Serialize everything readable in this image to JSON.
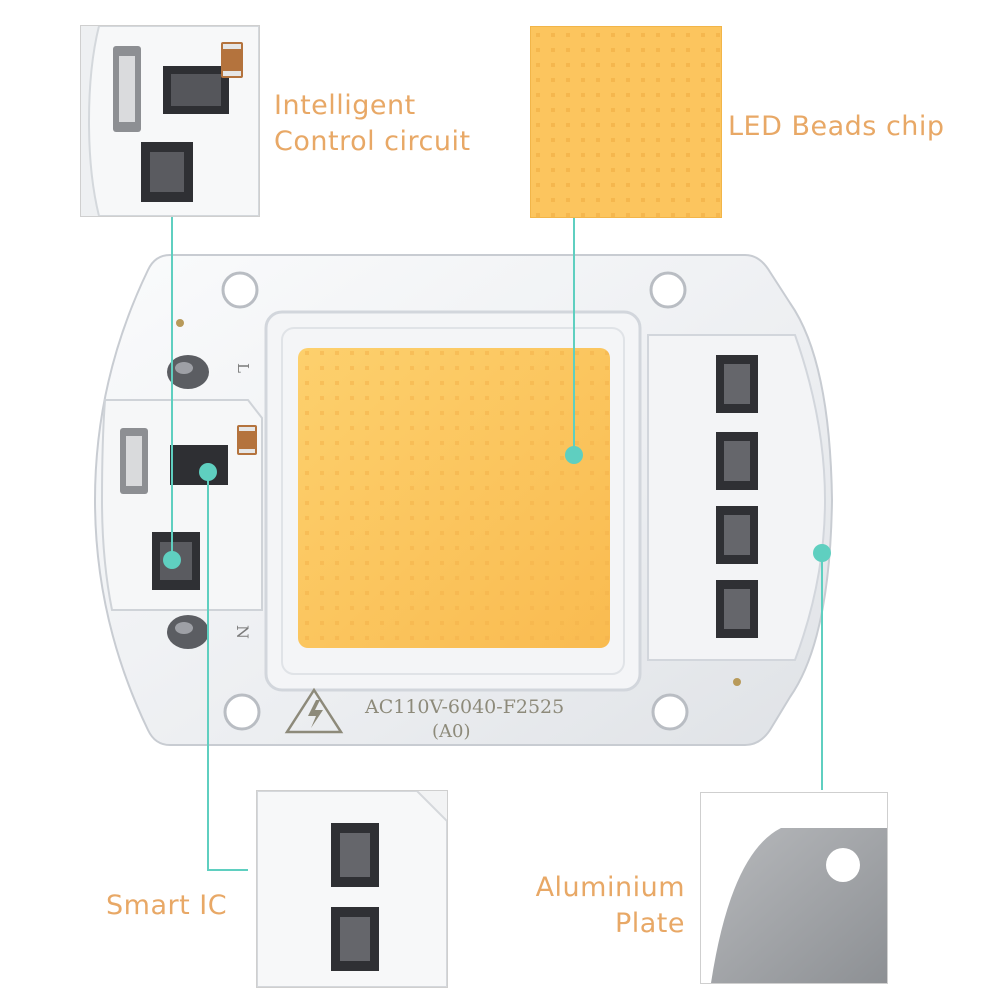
{
  "callouts": {
    "control_circuit": {
      "line1": "Intelligent",
      "line2": "Control circuit"
    },
    "led_chip": "LED Beads chip",
    "smart_ic": "Smart IC",
    "aluminium_plate": {
      "line1": "Aluminium",
      "line2": "Plate"
    }
  },
  "board": {
    "model_text": "AC110V-6040-F2525",
    "revision_text": "(A0)",
    "pin_l": "L",
    "pin_n": "N"
  },
  "colors": {
    "label": "#e8a866",
    "connector": "#5fcfc0",
    "led_yellow": "#fcc55e",
    "board_white": "#f1f2f4"
  }
}
